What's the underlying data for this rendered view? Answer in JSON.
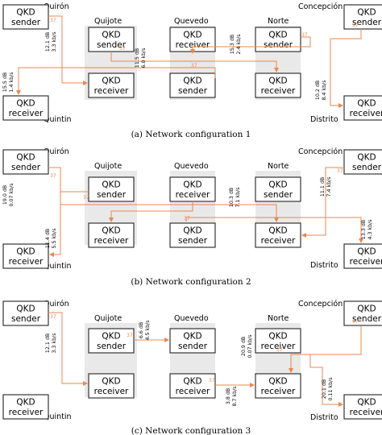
{
  "box_line1": "QKD",
  "box_line2_sender": "sender",
  "box_line2_receiver": "receiver",
  "nodes": {
    "quiron": "Quirón",
    "quijote": "Quijote",
    "quevedo": "Quevedo",
    "norte": "Norte",
    "concepcion": "Concepción",
    "quintin": "Quintin",
    "distrito": "Distrito"
  },
  "port": "37",
  "link_color": "#e8884f",
  "panels": [
    {
      "caption": "(a) Network configuration 1",
      "links": [
        {
          "loss": "12.1 dB",
          "rate": "3.3 kb/s"
        },
        {
          "loss": "11.5 dB",
          "rate": "6.0 kb/s"
        },
        {
          "loss": "15.3 dB",
          "rate": "2.4 kb/s"
        },
        {
          "loss": "15.5 dB",
          "rate": "1.4 kb/s"
        },
        {
          "loss": "10.2 dB",
          "rate": "8.4 kb/s"
        }
      ]
    },
    {
      "caption": "(b) Network configuration 2",
      "links": [
        {
          "loss": "19.0 dB",
          "rate": "0.07 kb/s"
        },
        {
          "loss": "10.3 dB",
          "rate": "7.1 kb/s"
        },
        {
          "loss": "11.1 dB",
          "rate": "7.4 kb/s"
        },
        {
          "loss": "11.4 dB",
          "rate": "5.5 kb/s"
        },
        {
          "loss": "13.3 dB",
          "rate": "4.3 kb/s"
        }
      ]
    },
    {
      "caption": "(c) Network configuration 3",
      "links": [
        {
          "loss": "12.1 dB",
          "rate": "3.3 kb/s"
        },
        {
          "loss": "6.6 dB",
          "rate": "4.5 kb/s"
        },
        {
          "loss": "20.9 dB",
          "rate": "0.07 kb/s"
        },
        {
          "loss": "3.8 dB",
          "rate": "8.7 kb/s"
        },
        {
          "loss": "20.1 dB",
          "rate": "0.11 kb/s"
        }
      ]
    }
  ]
}
